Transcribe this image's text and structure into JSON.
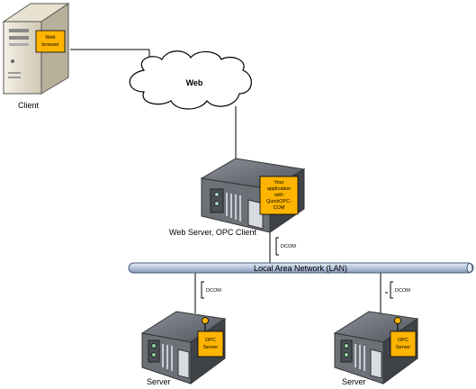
{
  "nodes": {
    "client": {
      "label": "Client",
      "badge": [
        "Web",
        "browser"
      ]
    },
    "web": {
      "label": "Web"
    },
    "web_server": {
      "label": "Web Server, OPC Client",
      "badge": [
        "Your",
        "application",
        "with",
        "QuickOPC-",
        "COM"
      ]
    },
    "server_left": {
      "label": "Server",
      "badge": [
        "OPC",
        "Server"
      ]
    },
    "server_right": {
      "label": "Server",
      "badge": [
        "OPC",
        "Server"
      ]
    }
  },
  "lan": {
    "label": "Local Area Network (LAN)"
  },
  "connections": {
    "dcom_top": "DCOM",
    "dcom_left": "DCOM",
    "dcom_right": "DCOM"
  },
  "colors": {
    "badge_fill": "#FFB400",
    "bus_fill": "#C8D4E8",
    "bus_stroke": "#4A5A7A",
    "server_body": "#5A5F66"
  }
}
